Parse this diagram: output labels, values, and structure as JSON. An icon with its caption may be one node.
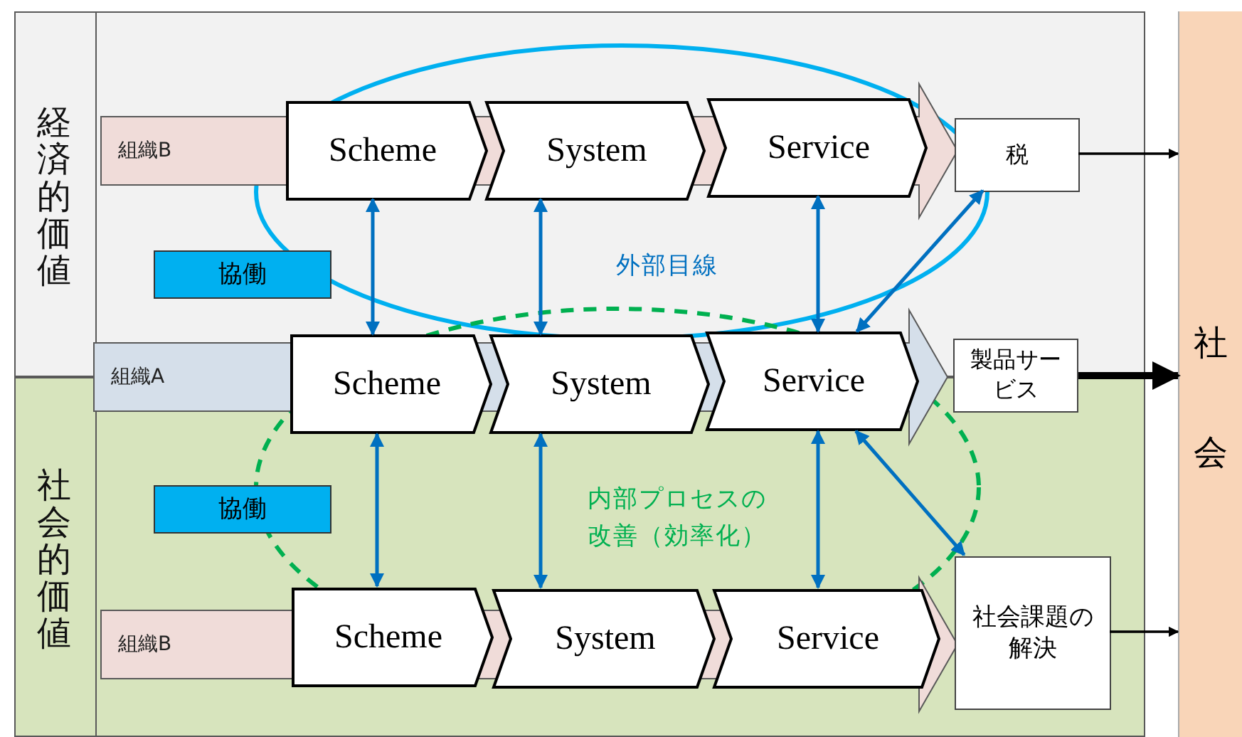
{
  "diagram": {
    "nodes": [
      {
        "text": [
          "経済的価値"
        ]
      },
      {
        "text": [
          "組織B"
        ],
        "in": 0
      },
      {
        "text": [
          "Scheme"
        ],
        "in": 1
      },
      {
        "text": [
          "System"
        ],
        "in": 1
      },
      {
        "text": [
          "Service"
        ],
        "in": 1
      },
      {
        "text": [
          "協働"
        ],
        "in": 0
      },
      {
        "text": [
          "税"
        ],
        "in": 0
      },
      {
        "text": [
          "外部目線"
        ],
        "in": 0
      },
      {
        "text": [
          "組織A"
        ]
      },
      {
        "text": [
          "Scheme"
        ],
        "in": 8
      },
      {
        "text": [
          "System"
        ],
        "in": 8
      },
      {
        "text": [
          "Service"
        ],
        "in": 8
      },
      {
        "text": [
          "製品サービス"
        ]
      },
      {
        "text": [
          "社会的価値"
        ]
      },
      {
        "text": [
          "協働"
        ],
        "in": 13
      },
      {
        "text": [
          "内部プロセスの改善（効率化）"
        ],
        "in": 13
      },
      {
        "text": [
          "組織B"
        ],
        "in": 13
      },
      {
        "text": [
          "Scheme"
        ],
        "in": 16
      },
      {
        "text": [
          "System"
        ],
        "in": 16
      },
      {
        "text": [
          "Service"
        ],
        "in": 16
      },
      {
        "text": [
          "社会課題の解決"
        ],
        "in": 13
      },
      {
        "text": [
          "社会"
        ]
      }
    ],
    "edges": [
      {
        "from": 2,
        "to": 9,
        "arrow": "both"
      },
      {
        "from": 3,
        "to": 10,
        "arrow": "both"
      },
      {
        "from": 4,
        "to": 11,
        "arrow": "both"
      },
      {
        "from": 11,
        "to": 6,
        "arrow": "both"
      },
      {
        "from": 9,
        "to": 17,
        "arrow": "both"
      },
      {
        "from": 10,
        "to": 18,
        "arrow": "both"
      },
      {
        "from": 11,
        "to": 19,
        "arrow": "both"
      },
      {
        "from": 11,
        "to": 20,
        "arrow": "both"
      },
      {
        "from": 6,
        "to": 21,
        "arrow": "to",
        "color": "#000000"
      },
      {
        "from": 12,
        "to": 21,
        "arrow": "to",
        "style": "thick",
        "color": "#000000"
      },
      {
        "from": 20,
        "to": 21,
        "arrow": "to",
        "color": "#000000"
      }
    ]
  }
}
